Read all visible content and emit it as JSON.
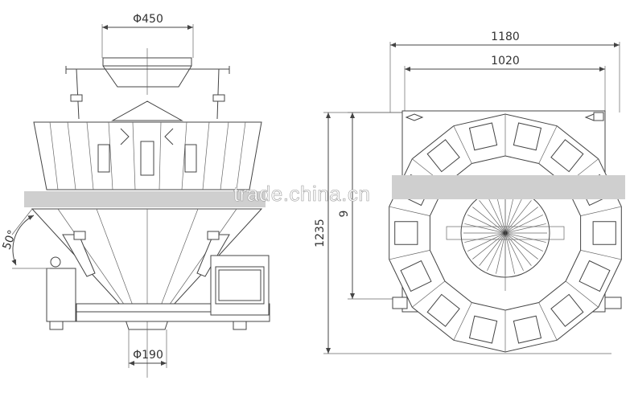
{
  "dimensions": {
    "top_diameter": "Φ450",
    "bottom_diameter": "Φ190",
    "angle": "50°",
    "width_outer": "1180",
    "width_inner": "1020",
    "height_total": "1235",
    "height_inner_partial": "9"
  },
  "watermark": "trade.china.cn",
  "colors": {
    "line": "#444444",
    "watermark_band": "#cfcfcf"
  }
}
